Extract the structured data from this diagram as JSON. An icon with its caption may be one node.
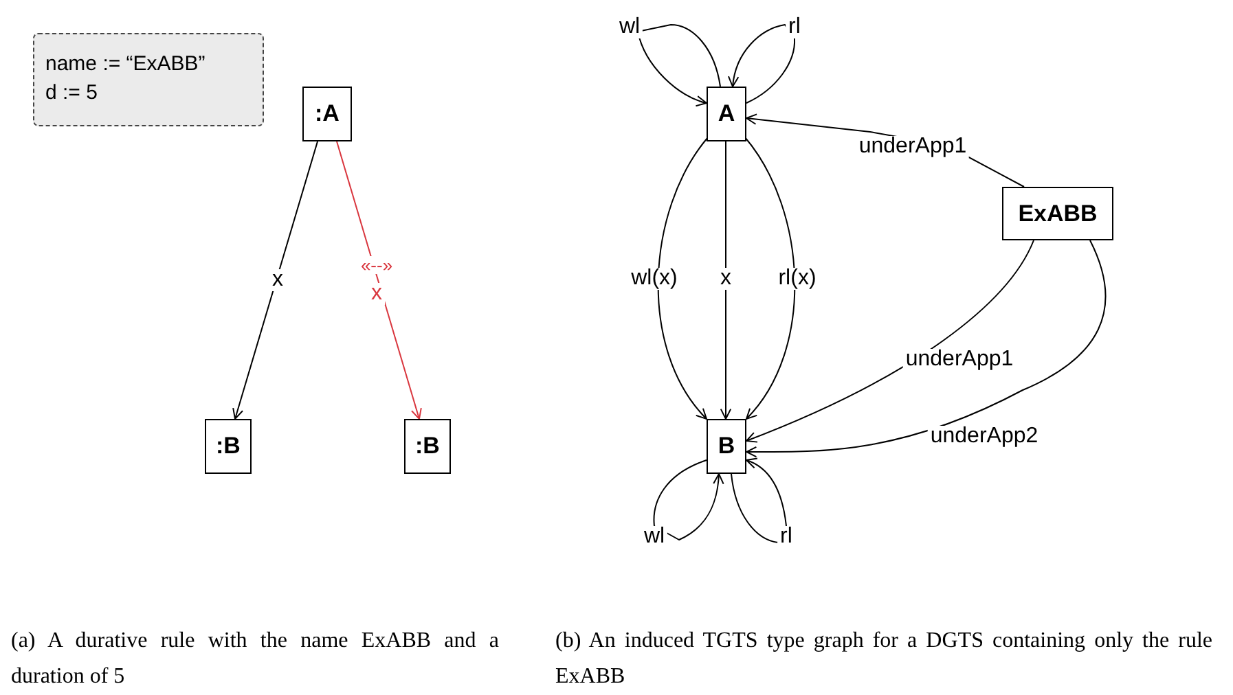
{
  "diagram": {
    "nodes": [
      {
        "text": [
          "name := “ExABB”",
          "d := 5"
        ]
      },
      {
        "text": [
          ":A"
        ]
      },
      {
        "text": [
          ":B"
        ]
      },
      {
        "text": [
          ":B"
        ]
      },
      {
        "text": [
          "A"
        ]
      },
      {
        "text": [
          "ExABB"
        ]
      },
      {
        "text": [
          "B"
        ]
      }
    ],
    "edges": [
      {
        "from": 1,
        "to": 2,
        "arrow": "to",
        "label": "x"
      },
      {
        "from": 1,
        "to": 3,
        "arrow": "to",
        "label": "x",
        "color": "#d9363e"
      },
      {
        "from": 4,
        "to": 4,
        "arrow": "to",
        "label": "wl"
      },
      {
        "from": 4,
        "to": 4,
        "arrow": "to",
        "label": "rl"
      },
      {
        "from": 5,
        "to": 4,
        "arrow": "to",
        "label": "underApp1"
      },
      {
        "from": 4,
        "to": 6,
        "arrow": "to",
        "label": "wl(x)"
      },
      {
        "from": 4,
        "to": 6,
        "arrow": "to",
        "label": "x"
      },
      {
        "from": 4,
        "to": 6,
        "arrow": "to",
        "label": "rl(x)"
      },
      {
        "from": 5,
        "to": 6,
        "arrow": "to",
        "label": "underApp1"
      },
      {
        "from": 5,
        "to": 6,
        "arrow": "to",
        "label": "underApp2"
      },
      {
        "from": 6,
        "to": 6,
        "arrow": "to",
        "label": "wl"
      },
      {
        "from": 6,
        "to": 6,
        "arrow": "to",
        "label": "rl"
      }
    ],
    "labels": [
      "«--»",
      "(a) A durative rule with the name ExABB and a duration of 5",
      "(b) An induced TGTS type graph for a DGTS containing only the rule ExABB"
    ]
  }
}
